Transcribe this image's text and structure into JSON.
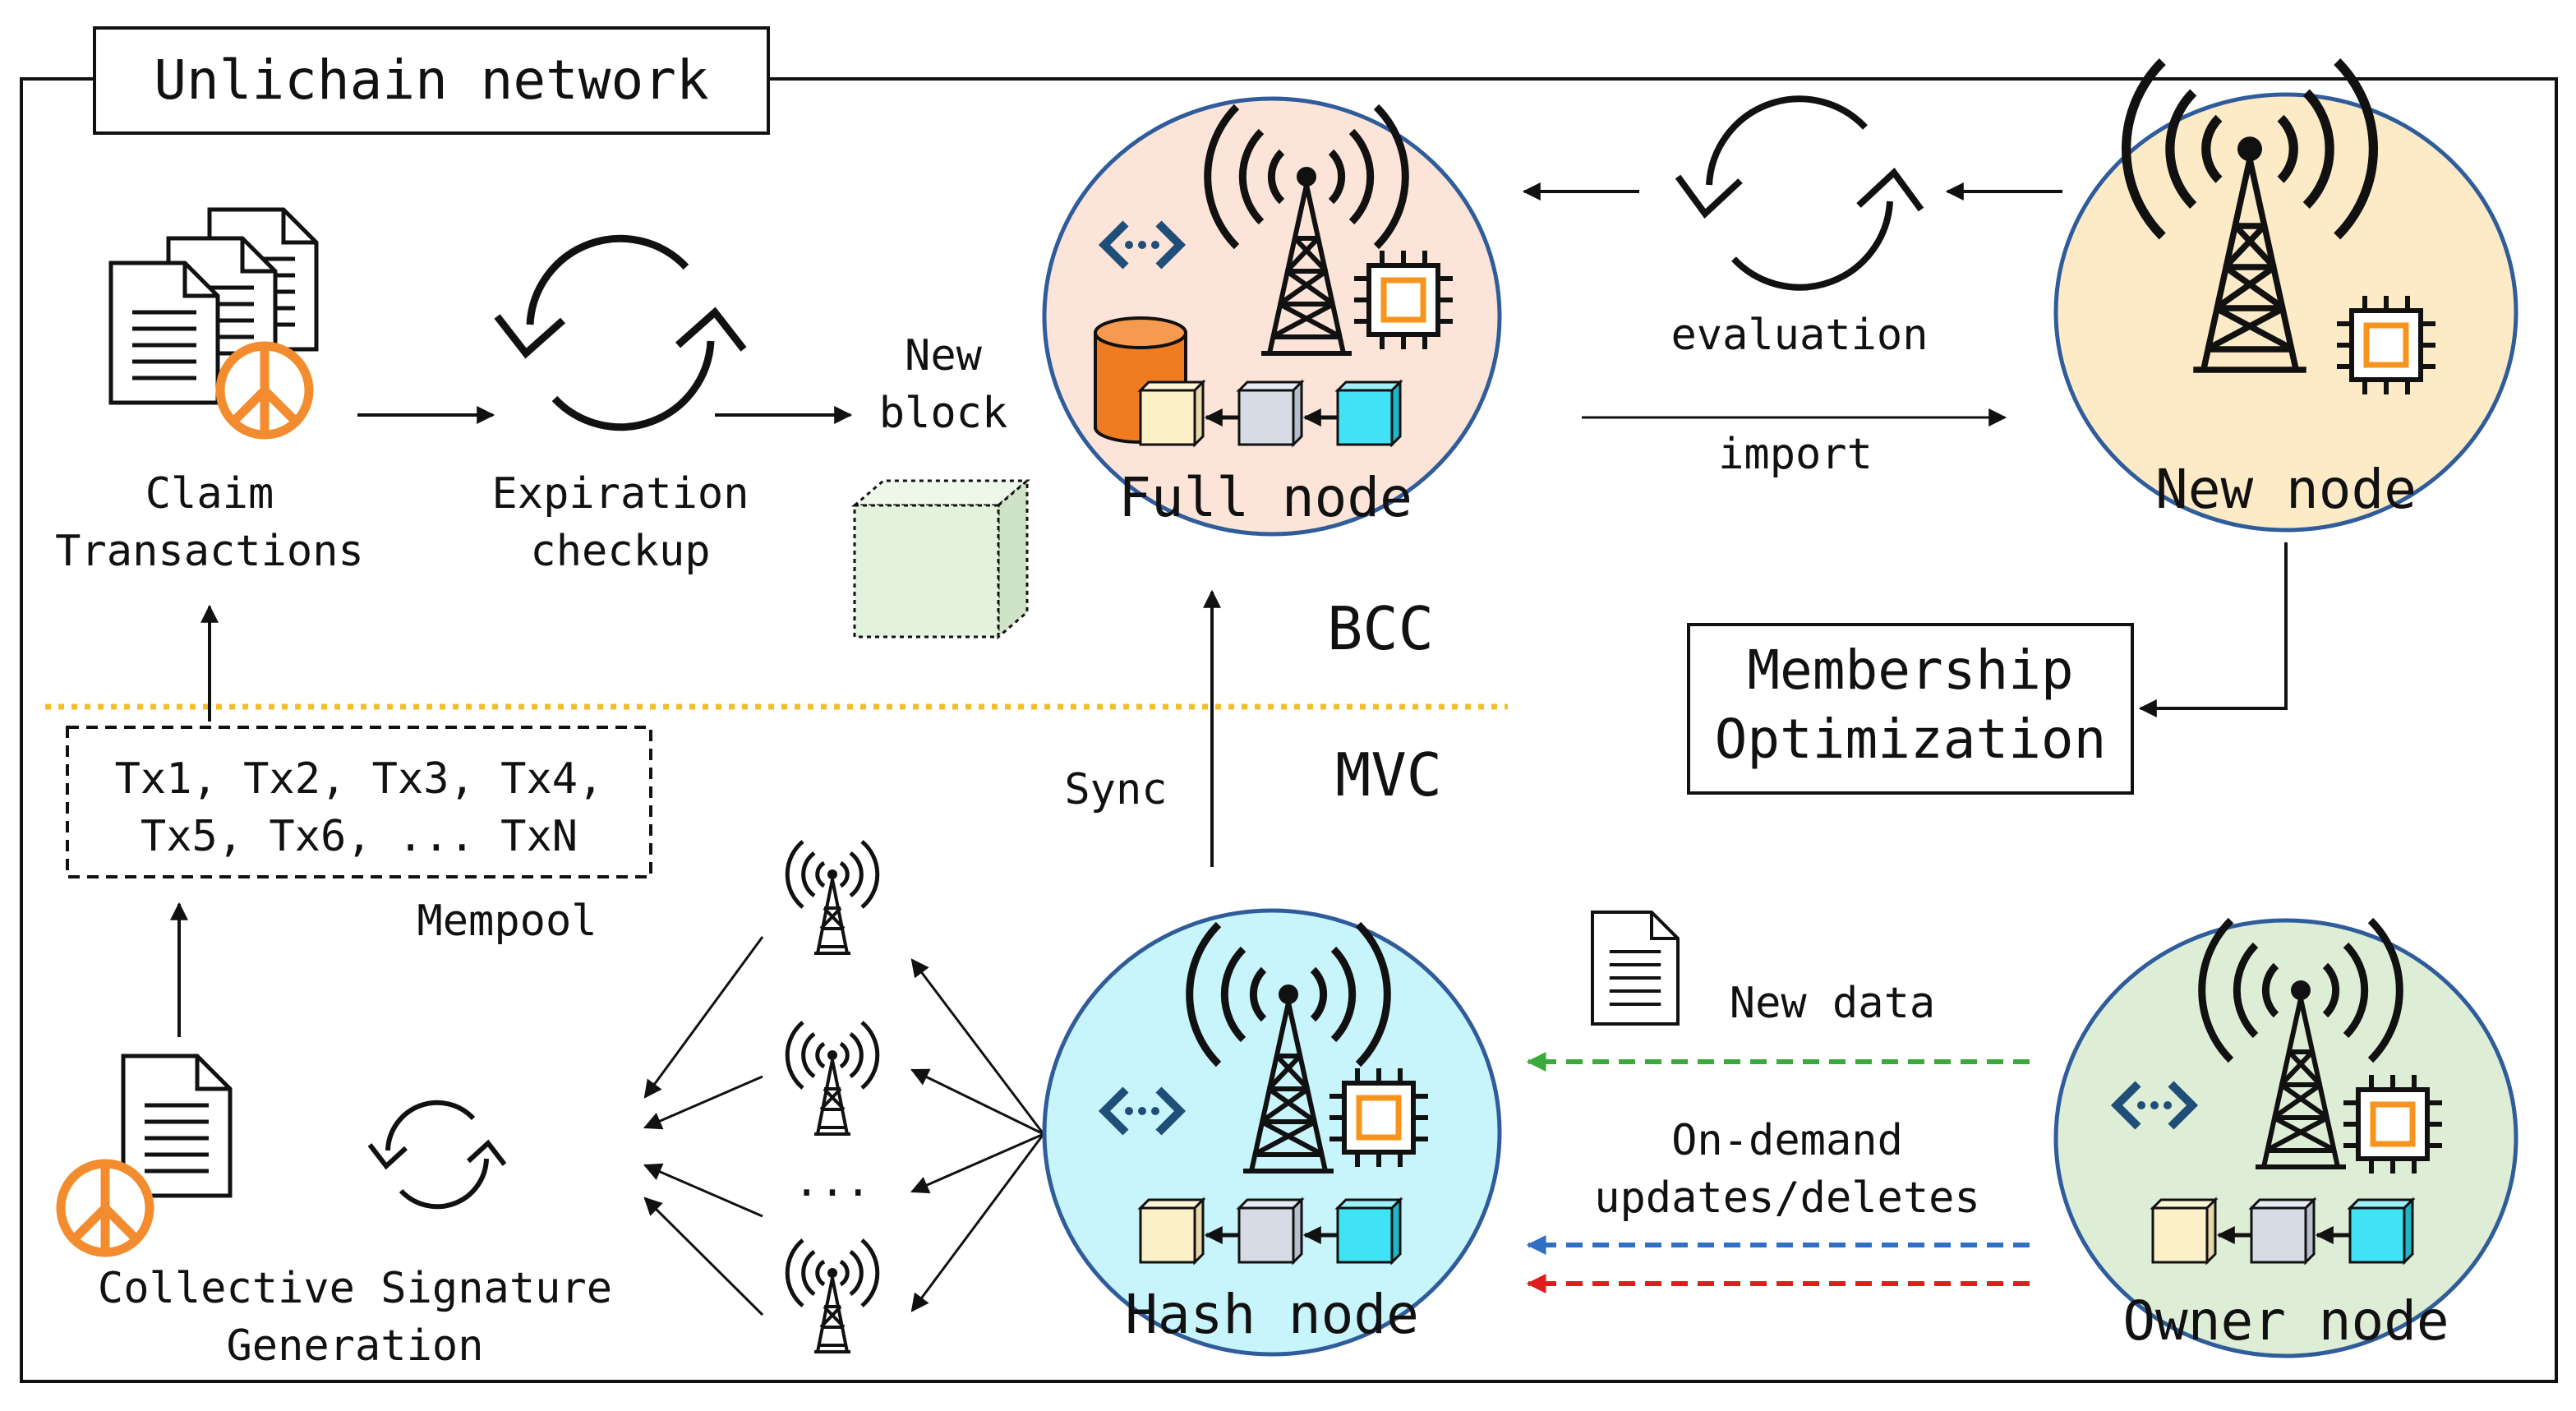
{
  "title": "Unlichain network",
  "layers": {
    "upper": "BCC",
    "lower": "MVC"
  },
  "claim_transactions": [
    "Claim",
    "Transactions"
  ],
  "expiration_checkup": [
    "Expiration",
    "checkup"
  ],
  "new_block": [
    "New",
    "block"
  ],
  "mempool": {
    "label": "Mempool",
    "line1": "Tx1, Tx2, Tx3, Tx4,",
    "line2": "Tx5, Tx6, ... TxN"
  },
  "collective_signature": [
    "Collective Signature",
    "Generation"
  ],
  "dots": "...",
  "sync_label": "Sync",
  "nodes": {
    "full": "Full node",
    "hash": "Hash node",
    "new": "New node",
    "owner": "Owner node"
  },
  "evaluation": "evaluation",
  "import": "import",
  "membership": [
    "Membership",
    "Optimization"
  ],
  "new_data": "New data",
  "on_demand": [
    "On-demand",
    "updates/deletes"
  ],
  "colors": {
    "full_node": "#fde4d8",
    "hash_node": "#c8f4fc",
    "new_node": "#fdebc8",
    "owner_node": "#deedd6",
    "node_border": "#2f5c9a",
    "peace_orange": "#f28c2e",
    "cylinder_orange": "#f07c22",
    "divider_yellow": "#f2bf2a",
    "arrow_green": "#3aaa3a",
    "arrow_blue": "#2f6fc4",
    "arrow_red": "#e01c1c",
    "chip_orange": "#f7941d",
    "cube_yellow": "#fbf0c8",
    "cube_grey": "#d6dbe6",
    "cube_cyan": "#3fe3f3",
    "block_green": "#e2f2dc"
  }
}
